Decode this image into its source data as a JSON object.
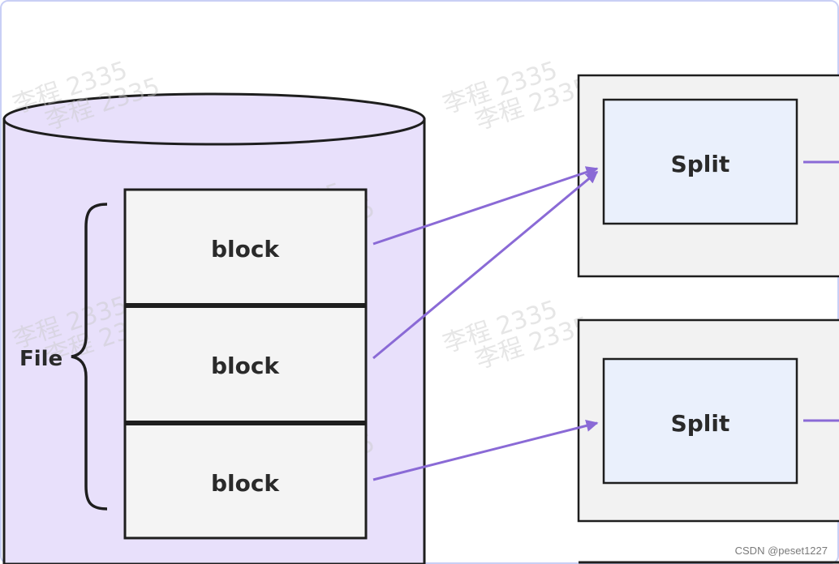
{
  "file_label": "File",
  "blocks": [
    {
      "label": "block"
    },
    {
      "label": "block"
    },
    {
      "label": "block"
    }
  ],
  "splits": [
    {
      "label": "Split"
    },
    {
      "label": "Split"
    }
  ],
  "watermark": "李程 2335",
  "credit": "CSDN @peset1227",
  "colors": {
    "cylinder_fill": "#e8e0fb",
    "block_fill": "#f4f4f4",
    "split_fill": "#eaf0fc",
    "container_fill": "#f2f2f2",
    "arrow": "#8a6ad6",
    "frame_border": "#c9cff5"
  }
}
